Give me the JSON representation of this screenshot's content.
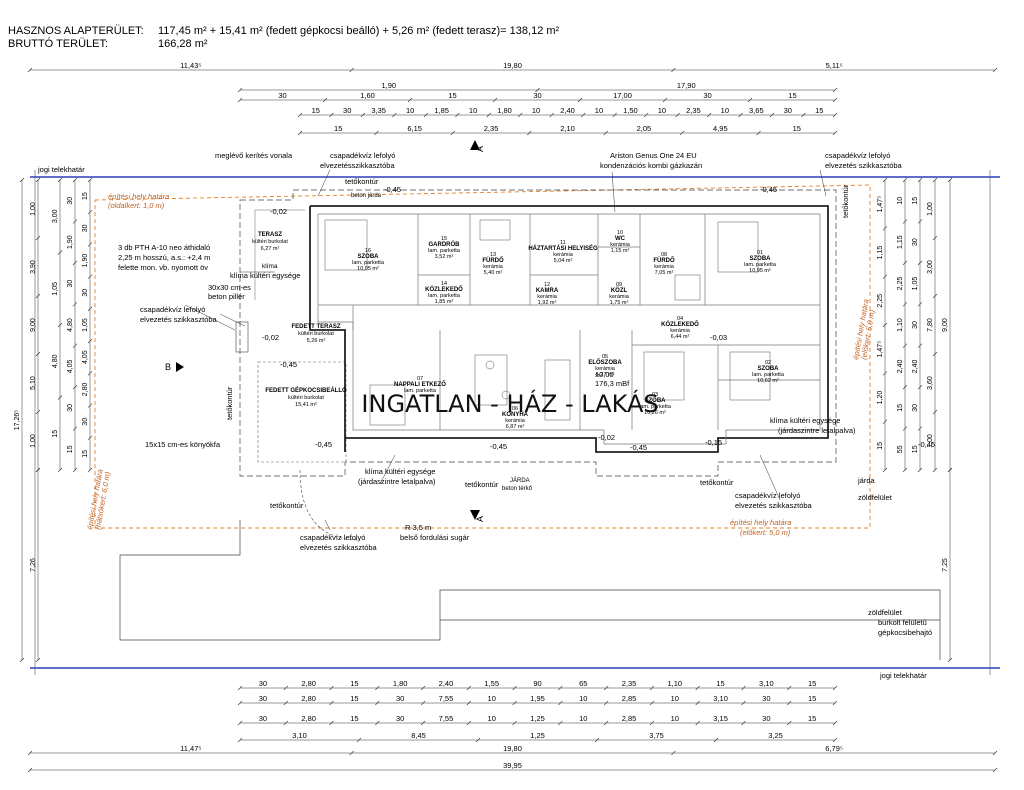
{
  "header": {
    "hasznos_label": "HASZNOS ALAPTERÜLET:",
    "hasznos_value": "117,45 m² + 15,41 m² (fedett gépkocsi beálló) + 5,26 m² (fedett terasz)= 138,12 m²",
    "brutto_label": "BRUTTÓ TERÜLET:",
    "brutto_value": "166,28 m²"
  },
  "watermark": "INGATLAN - HÁZ - LAKÁS",
  "dims_top": [
    {
      "row": 0,
      "labels": [
        "11,43⁵",
        "19,80",
        "5,11⁵"
      ]
    },
    {
      "row": 1,
      "labels": [
        "1,90",
        "17,90"
      ]
    },
    {
      "row": 2,
      "labels": [
        "30",
        "1,60",
        "15",
        "30",
        "17,00",
        "30",
        "15"
      ]
    },
    {
      "row": 3,
      "labels": [
        "15",
        "30",
        "3,35",
        "10",
        "1,85",
        "10",
        "1,80",
        "10",
        "2,40",
        "10",
        "1,50",
        "10",
        "2,35",
        "10",
        "3,65",
        "30",
        "15"
      ]
    },
    {
      "row": 4,
      "labels": [
        "15",
        "6,15",
        "2,35",
        "2,10",
        "2,05",
        "4,95",
        "15"
      ]
    }
  ],
  "dims_bottom": [
    {
      "row": 0,
      "labels": [
        "30",
        "2,80",
        "15",
        "1,80",
        "2,40",
        "1,55",
        "90",
        "65",
        "2,35",
        "1,10",
        "15",
        "3,10",
        "15"
      ]
    },
    {
      "row": 1,
      "labels": [
        "30",
        "2,80",
        "15",
        "30",
        "7,55",
        "10",
        "1,95",
        "10",
        "2,85",
        "10",
        "3,10",
        "30",
        "15"
      ]
    },
    {
      "row": 2,
      "labels": [
        "30",
        "2,80",
        "15",
        "30",
        "7,55",
        "10",
        "1,25",
        "10",
        "2,85",
        "10",
        "3,15",
        "30",
        "15"
      ]
    },
    {
      "row": 3,
      "labels": [
        "3,10",
        "8,45",
        "1,25",
        "3,75",
        "3,25"
      ]
    },
    {
      "row": 4,
      "labels": [
        "11,47⁵",
        "19,80",
        "6,79⁵"
      ]
    },
    {
      "row": 5,
      "labels": [
        "39,95"
      ]
    }
  ],
  "dims_left": {
    "total": "17,26⁵",
    "bottom": "7,26",
    "col1": [
      "1,00",
      "3,90",
      "9,00",
      "5,10",
      "1,00"
    ],
    "col2": [
      "3,00",
      "1,05",
      "4,80",
      "15"
    ],
    "col3": [
      "30",
      "1,90",
      "30",
      "4,80",
      "4,05",
      "30",
      "15"
    ],
    "col4": [
      "15",
      "30",
      "1,90",
      "30",
      "1,05",
      "4,05",
      "2,80",
      "30",
      "15"
    ]
  },
  "dims_right": {
    "total": "9,00",
    "bottom": "7,25",
    "col1": [
      "1,00",
      "3,00",
      "7,80",
      "3,60",
      "1,00"
    ],
    "col2": [
      "1,47⁵",
      "1,15",
      "2,25",
      "1,47⁵",
      "1,20",
      "15"
    ],
    "col3": [
      "10",
      "1,15",
      "2,25",
      "1,10",
      "2,40",
      "15",
      "55"
    ],
    "col4": [
      "15",
      "30",
      "1,05",
      "30",
      "2,40",
      "30",
      "15"
    ]
  },
  "rooms": [
    {
      "no": "16",
      "name": "SZOBA",
      "floor": "lam. parketta",
      "area": "10,05 m²"
    },
    {
      "no": "15",
      "name": "GARDRÓB",
      "floor": "lam. parketta",
      "area": "3,52 m²"
    },
    {
      "no": "13",
      "name": "FÜRDŐ",
      "floor": "kerámia",
      "area": "5,40 m²"
    },
    {
      "no": "11",
      "name": "HÁZTARTÁSI HELYISÉG",
      "floor": "kerámia",
      "area": "5,04 m²"
    },
    {
      "no": "10",
      "name": "WC",
      "floor": "kerámia",
      "area": "1,15 m²"
    },
    {
      "no": "08",
      "name": "FÜRDŐ",
      "floor": "kerámia",
      "area": "7,05 m²"
    },
    {
      "no": "01",
      "name": "SZOBA",
      "floor": "lam. parketta",
      "area": "10,95 m²"
    },
    {
      "no": "14",
      "name": "KÖZLEKEDŐ",
      "floor": "lam. parketta",
      "area": "1,85 m²"
    },
    {
      "no": "12",
      "name": "KAMRA",
      "floor": "kerámia",
      "area": "1,92 m²"
    },
    {
      "no": "09",
      "name": "KÖZL",
      "floor": "kerámia",
      "area": "1,75 m²"
    },
    {
      "no": "04",
      "name": "KÖZLEKEDŐ",
      "floor": "kerámia",
      "area": "6,44 m²"
    },
    {
      "no": "02",
      "name": "SZOBA",
      "floor": "lam. parketta",
      "area": "10,62 m²"
    },
    {
      "no": "07",
      "name": "NAPPALI ETKEZŐ",
      "floor": "lam. parketta",
      "area": ""
    },
    {
      "no": "05",
      "name": "ELŐSZOBA",
      "floor": "kerámia",
      "area": "5,27 m²"
    },
    {
      "no": "06",
      "name": "KONYHA",
      "floor": "kerámia",
      "area": "6,87 m²"
    },
    {
      "no": "03",
      "name": "SZOBA",
      "floor": "lam. parketta",
      "area": "10,26 m²"
    }
  ],
  "outdoor": [
    {
      "name": "TERASZ",
      "floor": "kültéri burkolat",
      "area": "6,27 m²"
    },
    {
      "name": "FEDETT TERASZ",
      "floor": "kültéri burkolat",
      "area": "5,26 m²"
    },
    {
      "name": "FEDETT GÉPKOCSIBEÁLLÓ",
      "floor": "kültéri burkolat",
      "area": "15,41 m²"
    }
  ],
  "annotations": {
    "jogi_telekhatar": "jogi telekhatár",
    "meglevo_kerites": "meglévő kerítés vonala",
    "csapadekviz1": "csapadékvíz lefolyó",
    "elvezetes1": "elvezetésszikkasztóba",
    "csapadekviz2": "csapadékvíz lefolyó",
    "elvezetes2": "elvezetés szikkasztóba",
    "ariston1": "Ariston Genus One 24 EU",
    "ariston2": "kondenzációs kombi gázkazán",
    "tetokontur": "tetőkontúr",
    "beton_jarda": "beton járda",
    "epitesi_oldal1": "építési hely határa",
    "epitesi_oldal2": "(oldalkert: 1,0 m)",
    "pth1": "3 db PTH A-10 neo áthidaló",
    "pth2": "2,25 m hosszú, a.s.: +2,4 m",
    "pth3": "felette mon. vb. nyomott öv",
    "klima_kulteri": "klíma kültéri egysége",
    "klima": "klíma",
    "pillér1": "30x30 cm-es",
    "pillér2": "beton pillér",
    "b_label": "B",
    "a_label": "A",
    "zero": "±0,00",
    "mbf": "176,3 mBf",
    "konyokfa": "15x15 cm-es könyökfa",
    "klima_jarda1": "klíma kültéri egysége",
    "klima_jarda2": "(járdaszintre letalpalva)",
    "klima_jarda3": "klíma kültéri egysége",
    "klima_jarda4": "(járdaszintre letalpalva)",
    "jarda": "járda",
    "zoldfelulet": "zöldfelület",
    "zoldfelulet2": "zöldfelület",
    "elokert1": "építési hely határa",
    "elokert2": "(előkert: 5,0 m)",
    "elokert3": "építési hely határa",
    "elokert4": "(előkert: 5,0 m)",
    "hatsokert1": "építési hely határa",
    "hatsokert2": "(hátsókert: 6,0 m)",
    "r35": "R 3,5 m",
    "fordulasi": "belső fordulási sugár",
    "burkolt1": "burkolt felületű",
    "burkolt2": "gépkocsibehajtó",
    "jarda_beton1": "JÁRDA",
    "jarda_beton2": "beton térkő",
    "jogi_also": "jogi telekhatár",
    "m045": "-0,45",
    "m002": "-0,02",
    "m003": "-0,03",
    "m015": "-0,15"
  }
}
